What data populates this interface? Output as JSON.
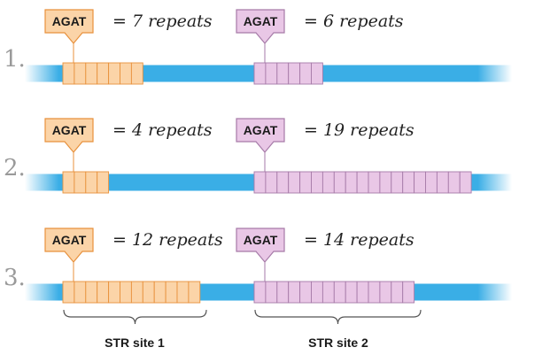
{
  "colors": {
    "strand": "#3aaee6",
    "site1_fill": "#fbd4a8",
    "site1_stroke": "#e8913c",
    "site2_fill": "#e9c7e6",
    "site2_stroke": "#a67aa8",
    "bracket": "#555555"
  },
  "rows": [
    {
      "number": "1.",
      "site1": {
        "motif": "AGAT",
        "label": "= 7 repeats",
        "count": 7
      },
      "site2": {
        "motif": "AGAT",
        "label": "= 6 repeats",
        "count": 6
      }
    },
    {
      "number": "2.",
      "site1": {
        "motif": "AGAT",
        "label": "= 4 repeats",
        "count": 4
      },
      "site2": {
        "motif": "AGAT",
        "label": "= 19 repeats",
        "count": 19
      }
    },
    {
      "number": "3.",
      "site1": {
        "motif": "AGAT",
        "label": "= 12 repeats",
        "count": 12
      },
      "site2": {
        "motif": "AGAT",
        "label": "= 14 repeats",
        "count": 14
      }
    }
  ],
  "sites": [
    {
      "label": "STR site 1"
    },
    {
      "label": "STR site 2"
    }
  ]
}
